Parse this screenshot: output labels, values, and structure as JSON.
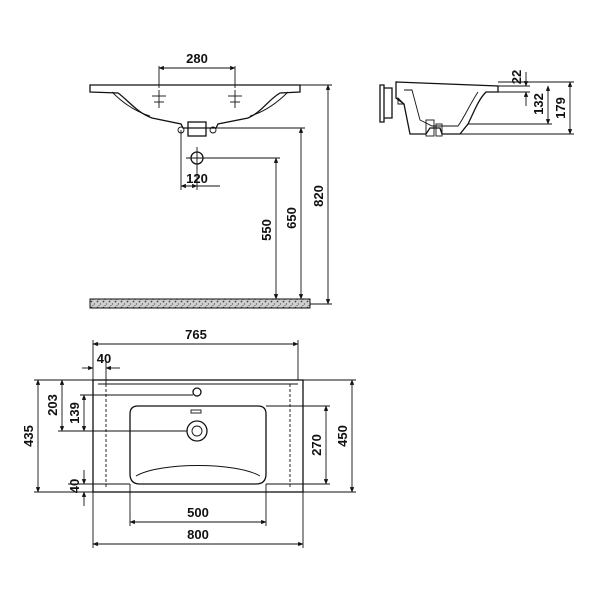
{
  "drawing": {
    "front_view": {
      "tap_hole_spacing": "280",
      "waste_offset": "120",
      "height_550": "550",
      "height_650": "650",
      "height_820": "820"
    },
    "side_view": {
      "rim_thickness": "22",
      "bowl_depth": "132",
      "total_height": "179"
    },
    "top_view": {
      "inner_width": "765",
      "rim_offset": "40",
      "depth_203": "203",
      "depth_139": "139",
      "overall_depth": "435",
      "front_offset": "40",
      "bowl_depth": "270",
      "total_depth": "450",
      "bowl_width": "500",
      "overall_width": "800"
    }
  }
}
